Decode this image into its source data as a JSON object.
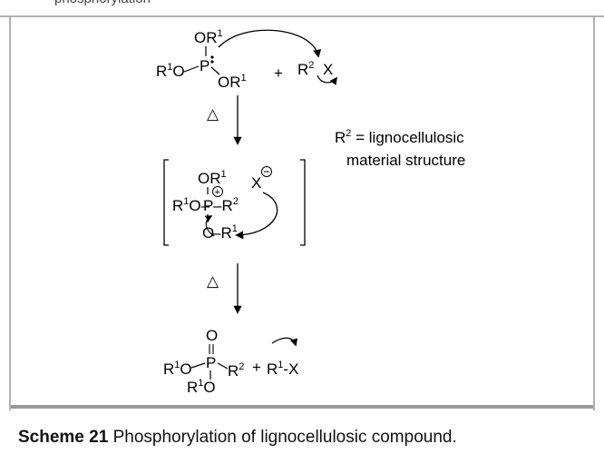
{
  "header": {
    "clipped_text": "phosphorylation"
  },
  "reactant": {
    "top": "OR",
    "top_sup": "1",
    "left": "R",
    "left_sup": "1",
    "left_tail": "O",
    "center": "P",
    "right": "OR",
    "right_sup": "1",
    "plus": "+",
    "halide_r": "R",
    "halide_sup": "2",
    "halide_x": "X"
  },
  "heat": {
    "symbol": "△"
  },
  "legend": {
    "line1_r": "R",
    "line1_sup": "2",
    "line1_rest": " = lignocellulosic",
    "line2": "material structure"
  },
  "intermediate": {
    "top": "OR",
    "top_sup": "1",
    "left": "R",
    "left_sup": "1",
    "left_tail": "O–",
    "center": "P",
    "right": "–R",
    "right_sup": "2",
    "anion": "X",
    "bottom_o": "O",
    "bottom_r": "–R",
    "bottom_sup": "1"
  },
  "product": {
    "top": "O",
    "center": "P",
    "left": "R",
    "left_sup": "1",
    "left_tail": "O",
    "right": "R",
    "right_sup": "2",
    "bottom": "R",
    "bottom_sup": "1",
    "bottom_tail": "O",
    "plus": "+",
    "byproduct_r": "R",
    "byproduct_sup": "1",
    "byproduct_x": "-X"
  },
  "caption": {
    "label": "Scheme 21",
    "text": " Phosphorylation of lignocellulosic compound."
  }
}
